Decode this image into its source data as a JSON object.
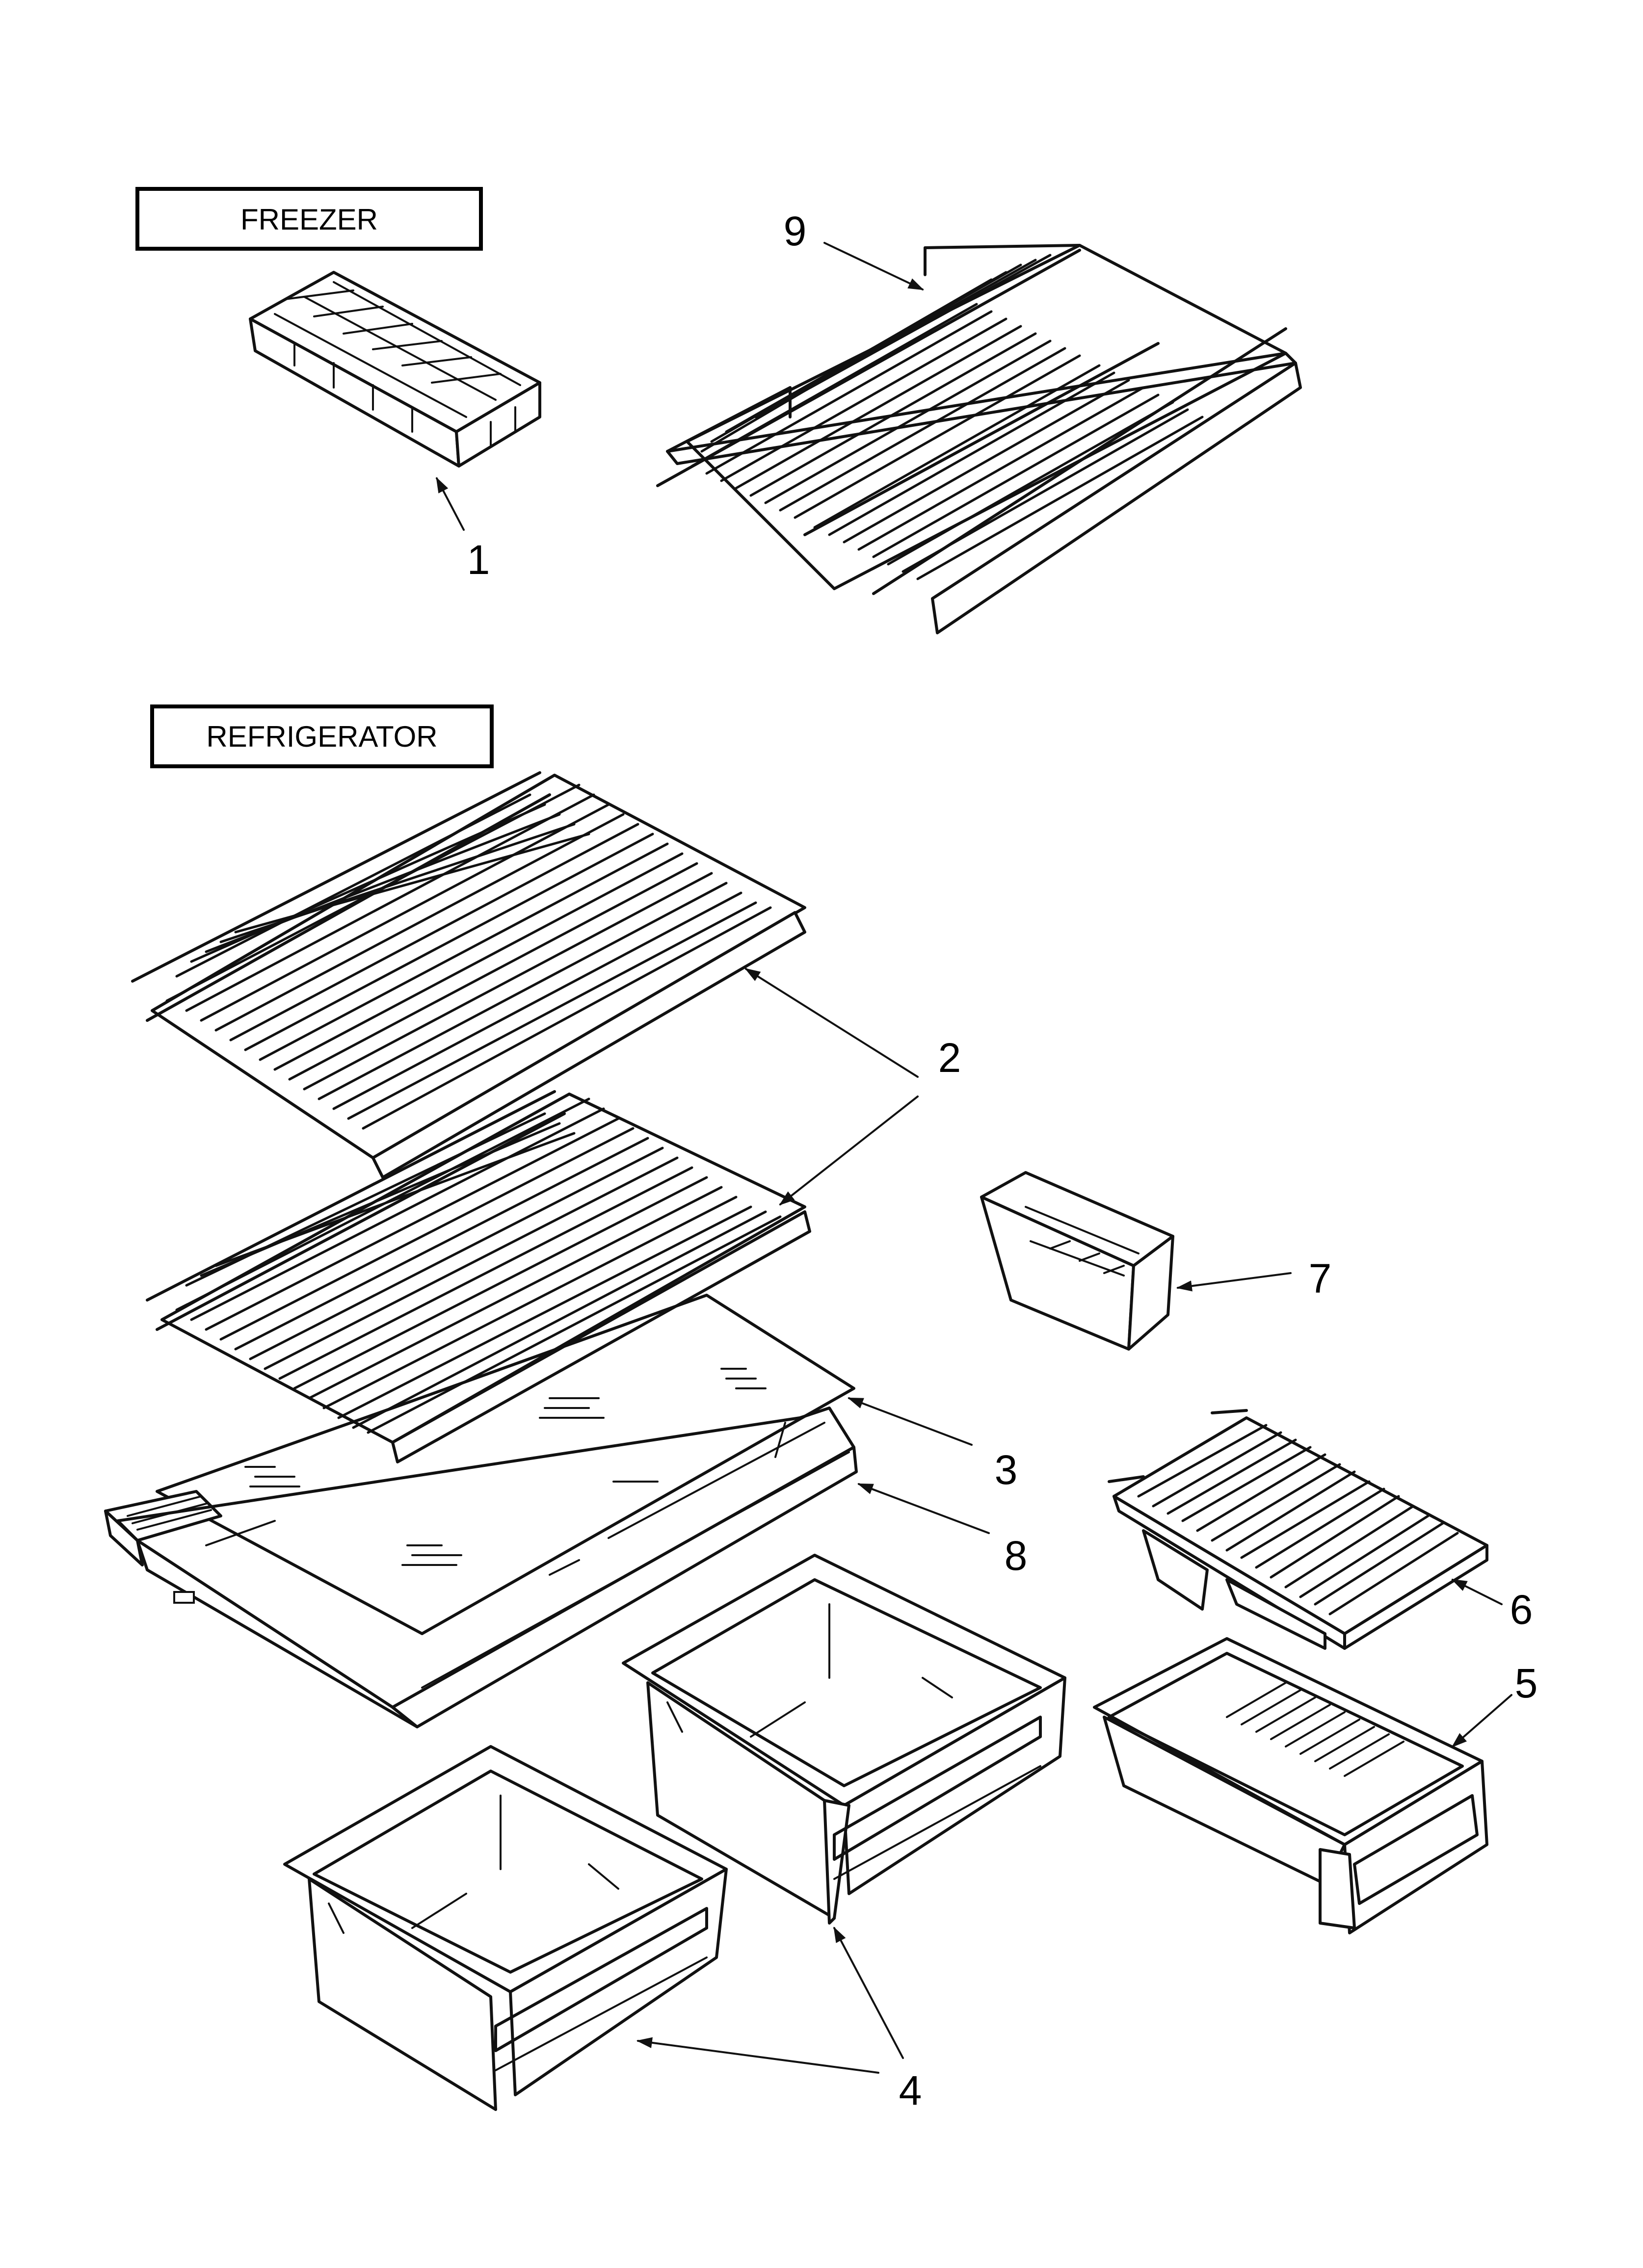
{
  "sections": {
    "freezer_label": "FREEZER",
    "refrigerator_label": "REFRIGERATOR"
  },
  "callouts": {
    "c1": "1",
    "c2": "2",
    "c3": "3",
    "c4": "4",
    "c5": "5",
    "c6": "6",
    "c7": "7",
    "c8": "8",
    "c9": "9"
  },
  "icons": [
    "ice-tray",
    "freezer-wire-shelf",
    "refrigerator-wire-shelf",
    "glass-shelf-insert",
    "crisper-cover-frame",
    "crisper-drawer",
    "meat-pan",
    "meat-pan-cover",
    "utility-bin"
  ]
}
